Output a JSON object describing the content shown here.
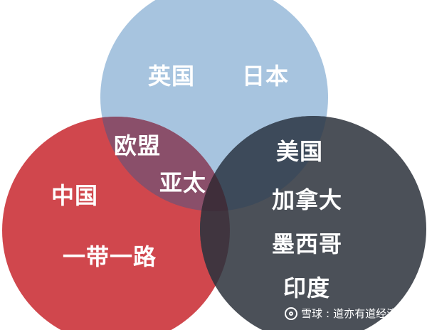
{
  "circles": {
    "top": {
      "color": "#a7c4df",
      "labels": [
        "英国",
        "日本"
      ]
    },
    "left": {
      "color": "#d0474d",
      "labels": [
        "中国",
        "一带一路"
      ]
    },
    "right": {
      "color": "#4b5058",
      "labels": [
        "美国",
        "加拿大",
        "墨西哥",
        "印度"
      ]
    }
  },
  "overlaps": {
    "top_left": {
      "color": "#8a4f6a",
      "labels": [
        "欧盟"
      ]
    },
    "top_left_right": {
      "labels": [
        "亚太"
      ]
    }
  },
  "watermark": {
    "brand": "雪球",
    "separator": ":",
    "author": "道亦有道经济"
  }
}
